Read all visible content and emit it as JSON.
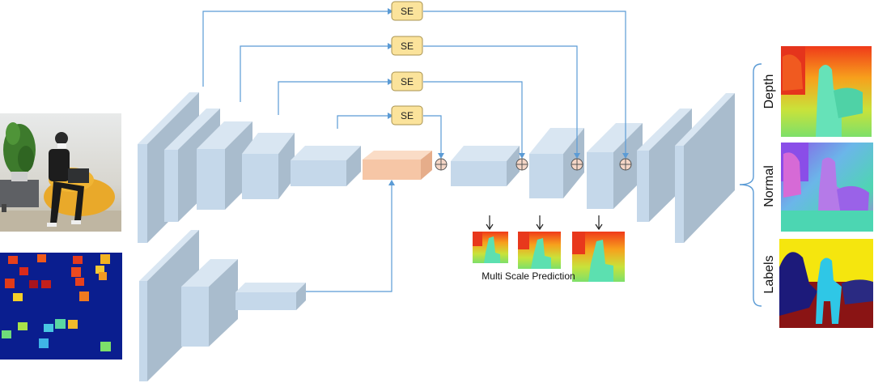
{
  "se_blocks": [
    "SE",
    "SE",
    "SE",
    "SE"
  ],
  "caption": "Multi Scale Prediction",
  "outputs": [
    "Depth",
    "Normal",
    "Labels"
  ],
  "colors": {
    "block_front": "#c5d8ea",
    "block_top": "#d9e6f2",
    "block_side": "#a9bccd",
    "bottleneck_front": "#f6c6a6",
    "bottleneck_top": "#fadcc6",
    "bottleneck_side": "#e6ad8a",
    "se_fill": "#fbe39b",
    "se_stroke": "#a89350",
    "skip_line": "#5b9bd5",
    "add_fill": "#f5d6c6"
  }
}
